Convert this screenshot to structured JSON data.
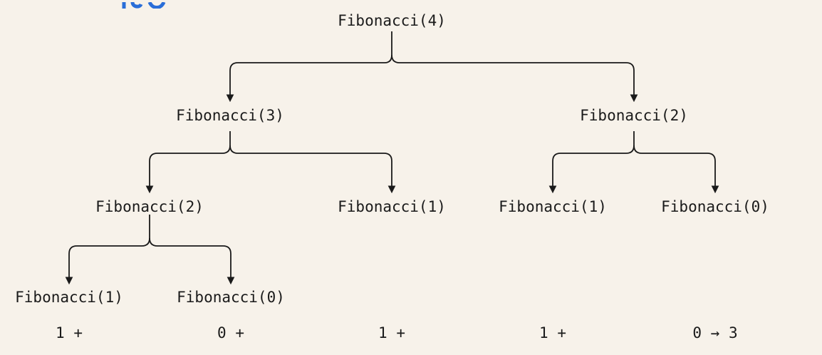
{
  "tree": {
    "root": "Fibonacci(4)",
    "l1_left": "Fibonacci(3)",
    "l1_right": "Fibonacci(2)",
    "l2_a": "Fibonacci(2)",
    "l2_b": "Fibonacci(1)",
    "l2_c": "Fibonacci(1)",
    "l2_d": "Fibonacci(0)",
    "l3_a": "Fibonacci(1)",
    "l3_b": "Fibonacci(0)"
  },
  "sum_row": [
    "1 +",
    "0 +",
    "1 +",
    "1 +",
    "0 → 3"
  ],
  "colors": {
    "background": "#f7f2ea",
    "text": "#1a1a1a",
    "edge": "#1a1a1a",
    "top_mark": "#2a6ed8"
  }
}
